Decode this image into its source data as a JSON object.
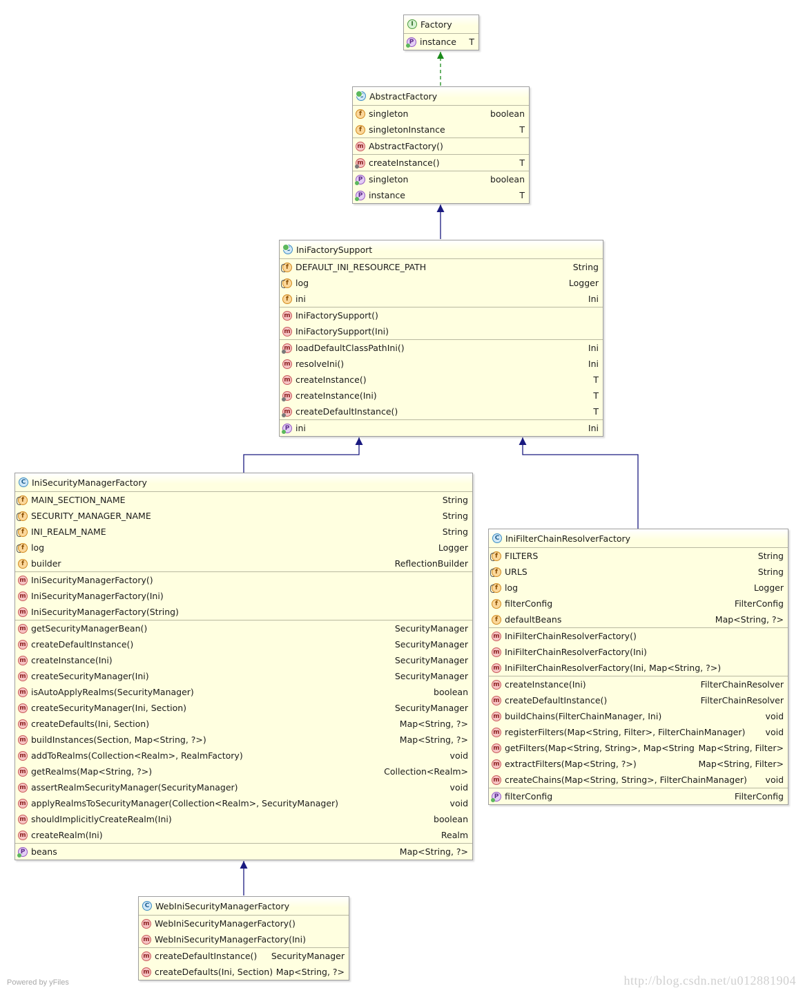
{
  "classes": {
    "factory": {
      "name": "Factory",
      "kind": "interface",
      "sections": [
        [
          {
            "icon": "prop",
            "name": "instance",
            "type": "T"
          }
        ]
      ]
    },
    "abstract_factory": {
      "name": "AbstractFactory",
      "kind": "abstract",
      "sections": [
        [
          {
            "icon": "field",
            "name": "singleton",
            "type": "boolean"
          },
          {
            "icon": "field",
            "name": "singletonInstance",
            "type": "T"
          }
        ],
        [
          {
            "icon": "method",
            "name": "AbstractFactory()",
            "type": ""
          }
        ],
        [
          {
            "icon": "method-abs",
            "name": "createInstance()",
            "type": "T"
          }
        ],
        [
          {
            "icon": "prop",
            "name": "singleton",
            "type": "boolean"
          },
          {
            "icon": "prop",
            "name": "instance",
            "type": "T"
          }
        ]
      ]
    },
    "ini_factory_support": {
      "name": "IniFactorySupport",
      "kind": "abstract",
      "sections": [
        [
          {
            "icon": "static",
            "name": "DEFAULT_INI_RESOURCE_PATH",
            "type": "String"
          },
          {
            "icon": "static",
            "name": "log",
            "type": "Logger"
          },
          {
            "icon": "field",
            "name": "ini",
            "type": "Ini"
          }
        ],
        [
          {
            "icon": "method",
            "name": "IniFactorySupport()",
            "type": ""
          },
          {
            "icon": "method",
            "name": "IniFactorySupport(Ini)",
            "type": ""
          }
        ],
        [
          {
            "icon": "method-abs",
            "name": "loadDefaultClassPathIni()",
            "type": "Ini"
          },
          {
            "icon": "method",
            "name": "resolveIni()",
            "type": "Ini"
          },
          {
            "icon": "method",
            "name": "createInstance()",
            "type": "T"
          },
          {
            "icon": "method-abs",
            "name": "createInstance(Ini)",
            "type": "T"
          },
          {
            "icon": "method-abs",
            "name": "createDefaultInstance()",
            "type": "T"
          }
        ],
        [
          {
            "icon": "prop",
            "name": "ini",
            "type": "Ini"
          }
        ]
      ]
    },
    "ini_security_manager_factory": {
      "name": "IniSecurityManagerFactory",
      "kind": "class",
      "sections": [
        [
          {
            "icon": "static",
            "name": "MAIN_SECTION_NAME",
            "type": "String"
          },
          {
            "icon": "static",
            "name": "SECURITY_MANAGER_NAME",
            "type": "String"
          },
          {
            "icon": "static",
            "name": "INI_REALM_NAME",
            "type": "String"
          },
          {
            "icon": "static",
            "name": "log",
            "type": "Logger"
          },
          {
            "icon": "field",
            "name": "builder",
            "type": "ReflectionBuilder"
          }
        ],
        [
          {
            "icon": "method",
            "name": "IniSecurityManagerFactory()",
            "type": ""
          },
          {
            "icon": "method",
            "name": "IniSecurityManagerFactory(Ini)",
            "type": ""
          },
          {
            "icon": "method",
            "name": "IniSecurityManagerFactory(String)",
            "type": ""
          }
        ],
        [
          {
            "icon": "method",
            "name": "getSecurityManagerBean()",
            "type": "SecurityManager"
          },
          {
            "icon": "method",
            "name": "createDefaultInstance()",
            "type": "SecurityManager"
          },
          {
            "icon": "method",
            "name": "createInstance(Ini)",
            "type": "SecurityManager"
          },
          {
            "icon": "method",
            "name": "createSecurityManager(Ini)",
            "type": "SecurityManager"
          },
          {
            "icon": "method",
            "name": "isAutoApplyRealms(SecurityManager)",
            "type": "boolean"
          },
          {
            "icon": "method",
            "name": "createSecurityManager(Ini, Section)",
            "type": "SecurityManager"
          },
          {
            "icon": "method",
            "name": "createDefaults(Ini, Section)",
            "type": "Map<String, ?>"
          },
          {
            "icon": "method",
            "name": "buildInstances(Section, Map<String, ?>)",
            "type": "Map<String, ?>"
          },
          {
            "icon": "method",
            "name": "addToRealms(Collection<Realm>, RealmFactory)",
            "type": "void"
          },
          {
            "icon": "method",
            "name": "getRealms(Map<String, ?>)",
            "type": "Collection<Realm>"
          },
          {
            "icon": "method",
            "name": "assertRealmSecurityManager(SecurityManager)",
            "type": "void"
          },
          {
            "icon": "method",
            "name": "applyRealmsToSecurityManager(Collection<Realm>, SecurityManager)",
            "type": "void"
          },
          {
            "icon": "method",
            "name": "shouldImplicitlyCreateRealm(Ini)",
            "type": "boolean"
          },
          {
            "icon": "method",
            "name": "createRealm(Ini)",
            "type": "Realm"
          }
        ],
        [
          {
            "icon": "prop",
            "name": "beans",
            "type": "Map<String, ?>"
          }
        ]
      ]
    },
    "ini_filter_chain_resolver_factory": {
      "name": "IniFilterChainResolverFactory",
      "kind": "class",
      "sections": [
        [
          {
            "icon": "static",
            "name": "FILTERS",
            "type": "String"
          },
          {
            "icon": "static",
            "name": "URLS",
            "type": "String"
          },
          {
            "icon": "static",
            "name": "log",
            "type": "Logger"
          },
          {
            "icon": "field",
            "name": "filterConfig",
            "type": "FilterConfig"
          },
          {
            "icon": "field",
            "name": "defaultBeans",
            "type": "Map<String, ?>"
          }
        ],
        [
          {
            "icon": "method",
            "name": "IniFilterChainResolverFactory()",
            "type": ""
          },
          {
            "icon": "method",
            "name": "IniFilterChainResolverFactory(Ini)",
            "type": ""
          },
          {
            "icon": "method",
            "name": "IniFilterChainResolverFactory(Ini, Map<String, ?>)",
            "type": ""
          }
        ],
        [
          {
            "icon": "method",
            "name": "createInstance(Ini)",
            "type": "FilterChainResolver"
          },
          {
            "icon": "method",
            "name": "createDefaultInstance()",
            "type": "FilterChainResolver"
          },
          {
            "icon": "method",
            "name": "buildChains(FilterChainManager, Ini)",
            "type": "void"
          },
          {
            "icon": "method",
            "name": "registerFilters(Map<String, Filter>, FilterChainManager)",
            "type": "void"
          },
          {
            "icon": "method",
            "name": "getFilters(Map<String, String>, Map<String, ?>)",
            "type": "Map<String, Filter>"
          },
          {
            "icon": "method",
            "name": "extractFilters(Map<String, ?>)",
            "type": "Map<String, Filter>"
          },
          {
            "icon": "method",
            "name": "createChains(Map<String, String>, FilterChainManager)",
            "type": "void"
          }
        ],
        [
          {
            "icon": "prop",
            "name": "filterConfig",
            "type": "FilterConfig"
          }
        ]
      ]
    },
    "web_ini_security_manager_factory": {
      "name": "WebIniSecurityManagerFactory",
      "kind": "class",
      "sections": [
        [
          {
            "icon": "method",
            "name": "WebIniSecurityManagerFactory()",
            "type": ""
          },
          {
            "icon": "method",
            "name": "WebIniSecurityManagerFactory(Ini)",
            "type": ""
          }
        ],
        [
          {
            "icon": "method",
            "name": "createDefaultInstance()",
            "type": "SecurityManager"
          },
          {
            "icon": "method",
            "name": "createDefaults(Ini, Section)",
            "type": "Map<String, ?>"
          }
        ]
      ]
    }
  },
  "icon_letters": {
    "interface": "I",
    "class": "C",
    "abstract": "C",
    "field": "f",
    "static": "f",
    "method": "m",
    "method-abs": "m",
    "prop": "P"
  },
  "colors": {
    "implements": "#1a8a1a",
    "extends": "#1a1a80",
    "box_fill": "#ffffe0"
  },
  "footer": "Powered by yFiles",
  "watermark": "http://blog.csdn.net/u012881904"
}
